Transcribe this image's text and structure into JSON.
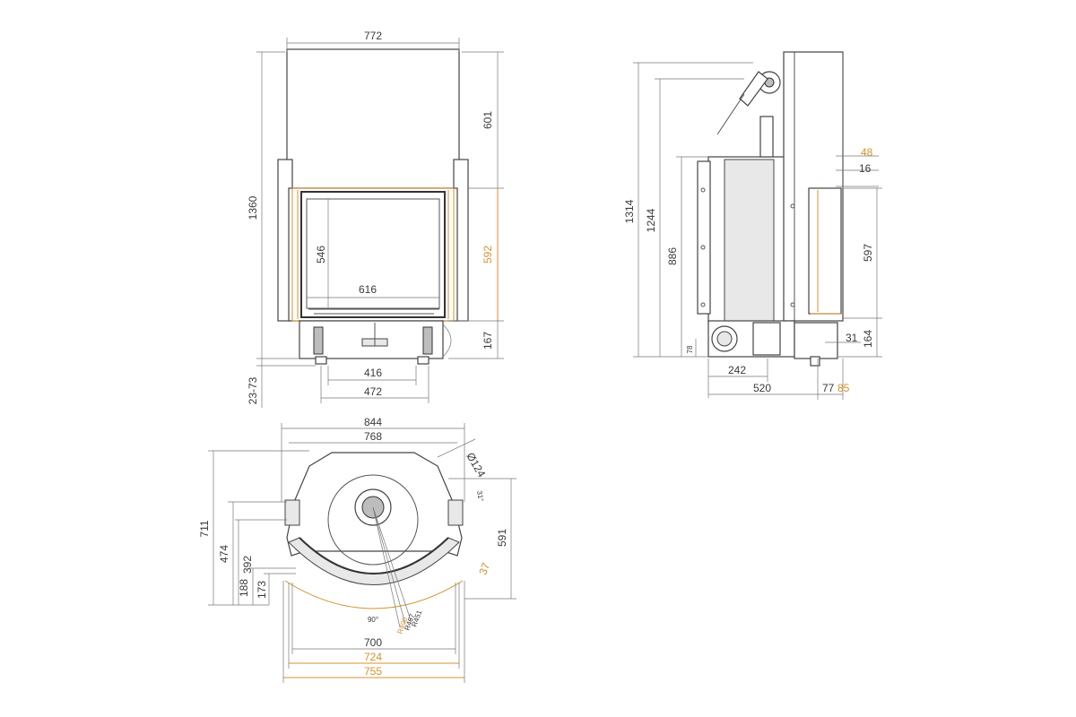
{
  "front_view": {
    "dims": {
      "total_width": "772",
      "upper_height": "601",
      "total_height": "1360",
      "glass_height": "546",
      "glass_width": "616",
      "frame_height": "592",
      "base_height": "167",
      "feet_adjust": "23-73",
      "inner_base": "416",
      "outer_base": "472"
    }
  },
  "side_view": {
    "dims": {
      "total_height": "1314",
      "height_1244": "1244",
      "height_886": "886",
      "frame_offset": "48",
      "frame_thickness": "16",
      "frame_height": "597",
      "base_height": "164",
      "foot_31": "31",
      "flue_height": "78",
      "flue_offset": "242",
      "depth": "520",
      "depth_77": "77",
      "depth_85": "85"
    }
  },
  "plan_view": {
    "dims": {
      "outer_width": "844",
      "inner_width": "768",
      "flue_diameter": "Ø124",
      "angle": "31°",
      "total_depth": "711",
      "depth_474": "474",
      "depth_392": "392",
      "depth_188": "188",
      "depth_173": "173",
      "right_depth": "591",
      "frame_37": "37",
      "arc_angle": "90°",
      "radius_451": "R451",
      "radius_467": "R467",
      "radius_490": "R490",
      "width_700": "700",
      "width_724": "724",
      "width_755": "755"
    }
  },
  "colors": {
    "accent": "#d4912c",
    "line": "#555555"
  }
}
